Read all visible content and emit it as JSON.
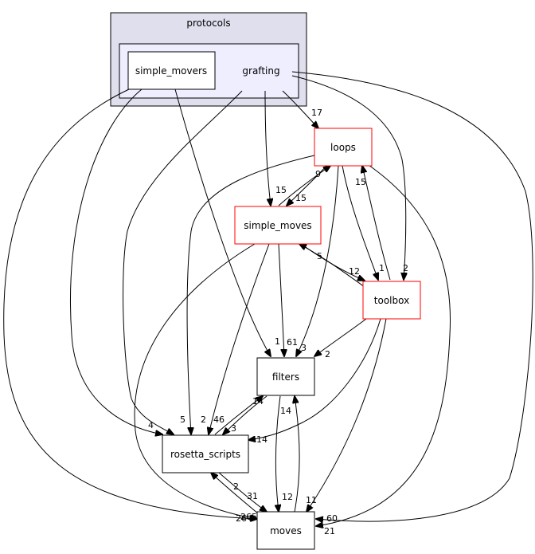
{
  "graph": {
    "clusters": {
      "outer": {
        "label": "protocols"
      },
      "inner": {
        "label": "grafting"
      }
    },
    "nodes": {
      "simple_movers": {
        "label": "simple_movers",
        "color": "#000000"
      },
      "loops": {
        "label": "loops",
        "color": "#ff0000"
      },
      "simple_moves": {
        "label": "simple_moves",
        "color": "#ff0000"
      },
      "toolbox": {
        "label": "toolbox",
        "color": "#ff0000"
      },
      "filters": {
        "label": "filters",
        "color": "#000000"
      },
      "rosetta_scripts": {
        "label": "rosetta_scripts",
        "color": "#000000"
      },
      "moves": {
        "label": "moves",
        "color": "#000000"
      }
    },
    "edges": [
      {
        "from": "grafting",
        "to": "loops",
        "weight": "17"
      },
      {
        "from": "grafting",
        "to": "simple_moves",
        "weight": "15"
      },
      {
        "from": "grafting",
        "to": "toolbox",
        "weight": "2"
      },
      {
        "from": "grafting",
        "to": "rosetta_scripts",
        "weight": "5"
      },
      {
        "from": "grafting",
        "to": "moves",
        "weight": "60"
      },
      {
        "from": "simple_movers",
        "to": "filters",
        "weight": "1"
      },
      {
        "from": "simple_movers",
        "to": "rosetta_scripts",
        "weight": "4"
      },
      {
        "from": "simple_movers",
        "to": "moves",
        "weight": "26"
      },
      {
        "from": "loops",
        "to": "simple_moves",
        "weight": "15"
      },
      {
        "from": "loops",
        "to": "toolbox",
        "weight": "1"
      },
      {
        "from": "loops",
        "to": "filters",
        "weight": "3"
      },
      {
        "from": "loops",
        "to": "rosetta_scripts",
        "weight": "2"
      },
      {
        "from": "loops",
        "to": "moves",
        "weight": "21"
      },
      {
        "from": "simple_moves",
        "to": "loops",
        "weight": "9"
      },
      {
        "from": "simple_moves",
        "to": "toolbox",
        "weight": "12"
      },
      {
        "from": "simple_moves",
        "to": "filters",
        "weight": "61"
      },
      {
        "from": "simple_moves",
        "to": "rosetta_scripts",
        "weight": "46"
      },
      {
        "from": "simple_moves",
        "to": "moves",
        "weight": "265"
      },
      {
        "from": "toolbox",
        "to": "loops",
        "weight": "15"
      },
      {
        "from": "toolbox",
        "to": "simple_moves",
        "weight": "5"
      },
      {
        "from": "toolbox",
        "to": "filters",
        "weight": "2"
      },
      {
        "from": "toolbox",
        "to": "rosetta_scripts",
        "weight": "14"
      },
      {
        "from": "toolbox",
        "to": "moves",
        "weight": "11"
      },
      {
        "from": "filters",
        "to": "rosetta_scripts",
        "weight": "3"
      },
      {
        "from": "filters",
        "to": "moves",
        "weight": "12"
      },
      {
        "from": "rosetta_scripts",
        "to": "filters",
        "weight": "14"
      },
      {
        "from": "rosetta_scripts",
        "to": "moves",
        "weight": "31"
      },
      {
        "from": "moves",
        "to": "filters",
        "weight": "14"
      },
      {
        "from": "moves",
        "to": "rosetta_scripts",
        "weight": "2"
      }
    ]
  }
}
